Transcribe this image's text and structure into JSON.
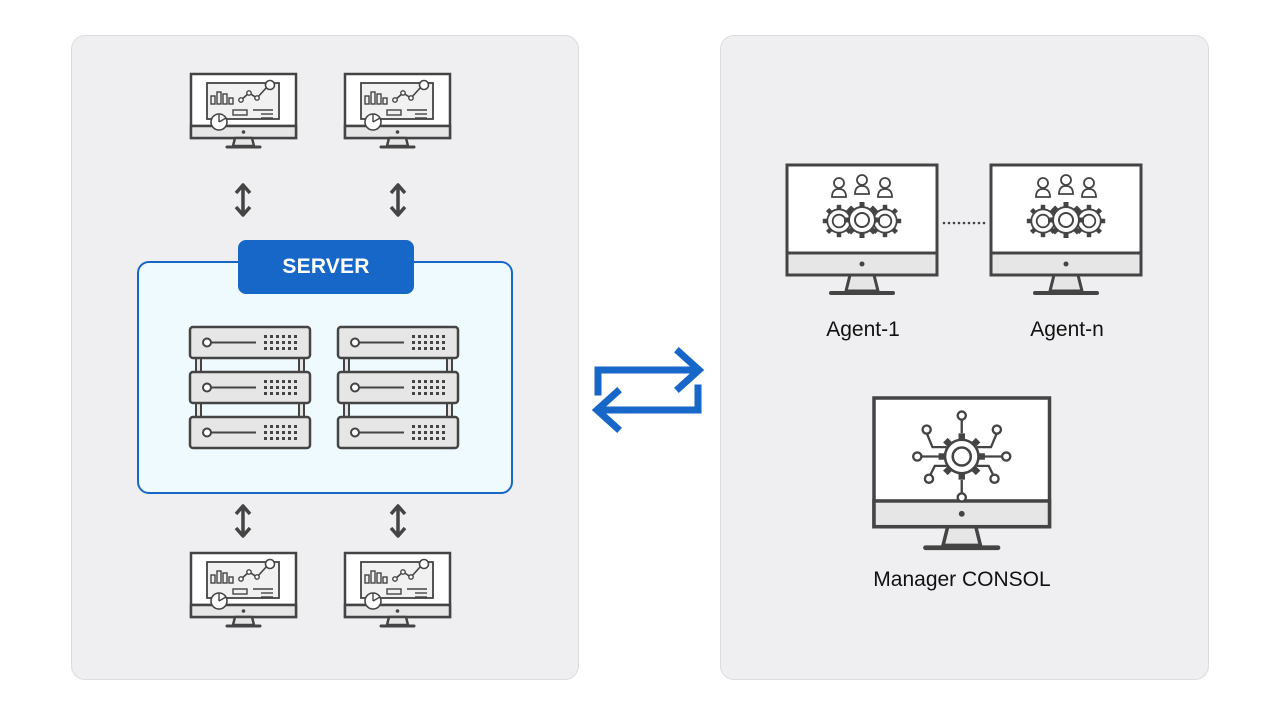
{
  "server": {
    "label": "SERVER"
  },
  "agents": [
    {
      "label": "Agent-1"
    },
    {
      "label": "Agent-n"
    }
  ],
  "console": {
    "label": "Manager CONSOL"
  },
  "colors": {
    "panel_bg": "#efeff1",
    "accent_blue": "#1767c9",
    "server_bg": "#eefafe",
    "icon_stroke": "#444444",
    "icon_fill": "#e6e6e6"
  },
  "icons": {
    "client": "dashboard-monitor-icon",
    "server_rack": "server-rack-icon",
    "agent": "team-gears-monitor-icon",
    "console": "circuit-gear-monitor-icon",
    "link": "double-arrow-icon",
    "exchange": "sync-arrows-icon"
  }
}
